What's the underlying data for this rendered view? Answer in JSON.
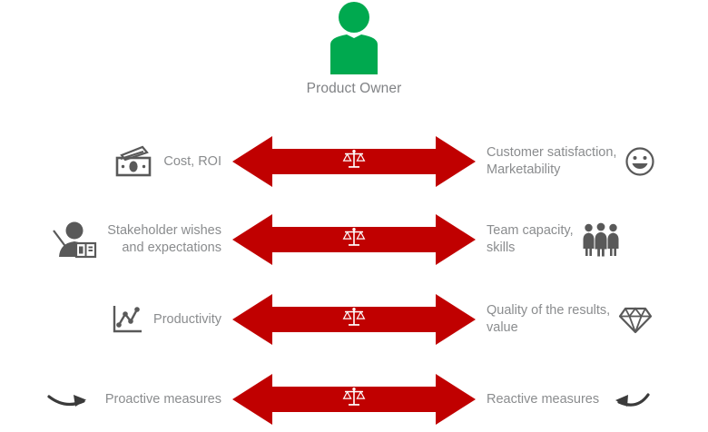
{
  "colors": {
    "arrow_red": "#C00000",
    "product_owner_green": "#00A94F",
    "text_gray": "#8A8C8E",
    "icon_gray": "#595959"
  },
  "product_owner": {
    "icon": "person-icon",
    "label": "Product\nOwner"
  },
  "rows": [
    {
      "left": {
        "icon": "money-icon",
        "label": "Cost, ROI"
      },
      "center": {
        "icon": "balance-scale-icon"
      },
      "right": {
        "icon": "smiley-face-icon",
        "label": "Customer satisfaction,\nMarketability"
      }
    },
    {
      "left": {
        "icon": "presenter-icon",
        "label": "Stakeholder wishes\nand expectations"
      },
      "center": {
        "icon": "balance-scale-icon"
      },
      "right": {
        "icon": "team-group-icon",
        "label": "Team capacity,\nskills"
      }
    },
    {
      "left": {
        "icon": "line-chart-icon",
        "label": "Productivity"
      },
      "center": {
        "icon": "balance-scale-icon"
      },
      "right": {
        "icon": "diamond-icon",
        "label": "Quality of the results,\nvalue"
      }
    },
    {
      "left": {
        "icon": "curved-arrow-right-icon",
        "label": "Proactive measures"
      },
      "center": {
        "icon": "balance-scale-icon"
      },
      "right": {
        "icon": "curved-arrow-left-icon",
        "label": "Reactive measures"
      }
    }
  ]
}
